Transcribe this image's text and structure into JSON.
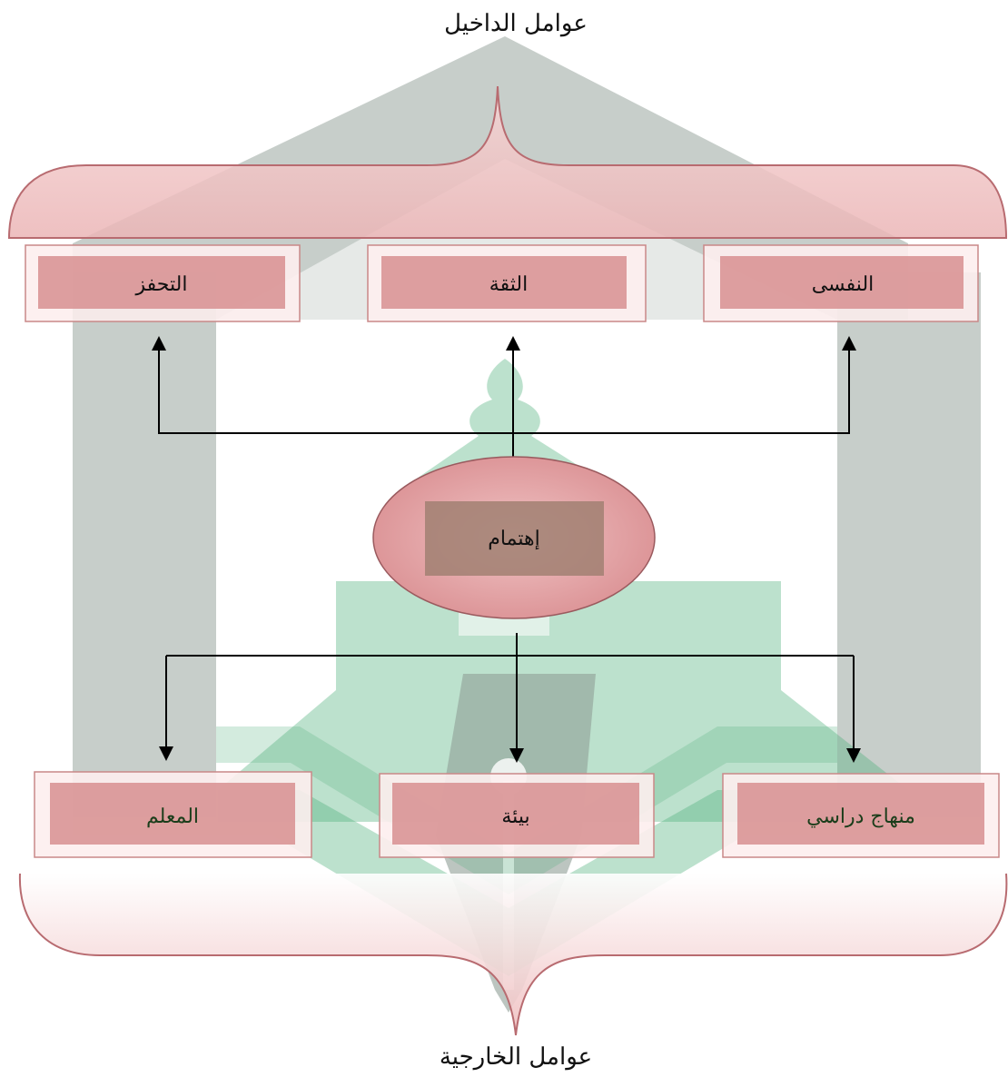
{
  "diagram": {
    "top_title": "عوامل الداخيل",
    "bottom_title": "عوامل الخارجية",
    "center": {
      "label": "إهتمام"
    },
    "internal_factors": [
      {
        "label": "التحفز"
      },
      {
        "label": "الثقة"
      },
      {
        "label": "النفسى"
      }
    ],
    "external_factors": [
      {
        "label": "المعلم"
      },
      {
        "label": "بيئة"
      },
      {
        "label": "منهاج دراسي"
      }
    ]
  },
  "colors": {
    "box_fill": "#d99596",
    "box_border": "#c98888",
    "bracket_fill": "#f2c9c9",
    "bracket_stroke": "#b86b70",
    "ellipse_fill": "#e4a4a6",
    "watermark_gray": "#8f9e96",
    "watermark_green": "#4fb07c",
    "arrow": "#000000"
  }
}
